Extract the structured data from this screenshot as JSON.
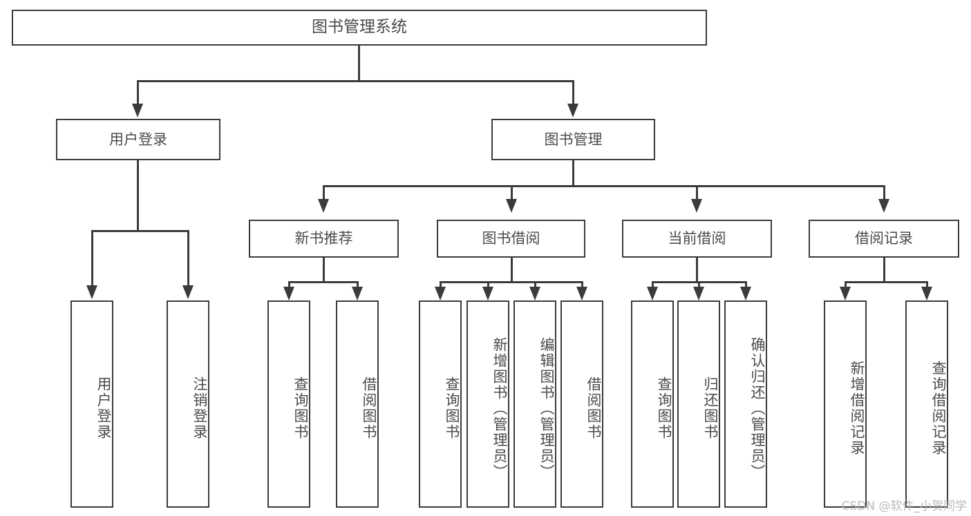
{
  "diagram": {
    "title": "图书管理系统",
    "type": "tree-hierarchy-diagram",
    "colors": {
      "stroke": "#3b3b3b",
      "fill": "#ffffff",
      "text": "#4a4a4a",
      "watermark": "#b9b9b9"
    },
    "root": {
      "label": "图书管理系统"
    },
    "level1": [
      {
        "label": "用户登录"
      },
      {
        "label": "图书管理"
      }
    ],
    "level2": [
      {
        "label": "新书推荐"
      },
      {
        "label": "图书借阅"
      },
      {
        "label": "当前借阅"
      },
      {
        "label": "借阅记录"
      }
    ],
    "leaves": {
      "user_login": [
        {
          "label": "用户登录"
        },
        {
          "label": "注销登录"
        }
      ],
      "new_book_recommend": [
        {
          "label": "查询图书"
        },
        {
          "label": "借阅图书"
        }
      ],
      "book_borrow": [
        {
          "label": "查询图书"
        },
        {
          "label": "新增图书（管理员）"
        },
        {
          "label": "编辑图书（管理员）"
        },
        {
          "label": "借阅图书"
        }
      ],
      "current_borrow": [
        {
          "label": "查询图书"
        },
        {
          "label": "归还图书"
        },
        {
          "label": "确认归还（管理员）"
        }
      ],
      "borrow_records": [
        {
          "label": "新增借阅记录"
        },
        {
          "label": "查询借阅记录"
        }
      ]
    },
    "watermark": "CSDN @软件_小贺同学"
  }
}
